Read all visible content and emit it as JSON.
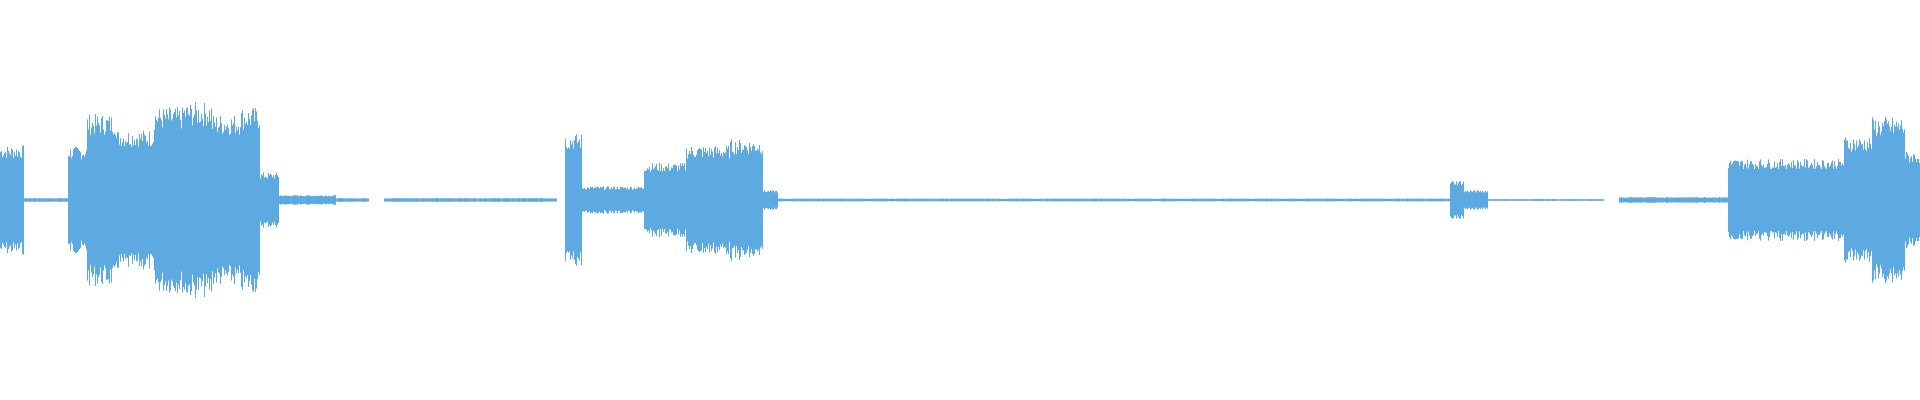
{
  "waveform": {
    "color": "#5DA9E1",
    "segments": [
      {
        "start": 0.0,
        "end": 0.012,
        "peak": 0.56
      },
      {
        "start": 0.012,
        "end": 0.035,
        "peak": 0.02
      },
      {
        "start": 0.035,
        "end": 0.045,
        "peak": 0.55
      },
      {
        "start": 0.045,
        "end": 0.06,
        "peak": 0.88
      },
      {
        "start": 0.06,
        "end": 0.08,
        "peak": 0.72
      },
      {
        "start": 0.08,
        "end": 0.095,
        "peak": 0.95
      },
      {
        "start": 0.095,
        "end": 0.11,
        "peak": 1.0
      },
      {
        "start": 0.11,
        "end": 0.125,
        "peak": 0.88
      },
      {
        "start": 0.125,
        "end": 0.135,
        "peak": 0.95
      },
      {
        "start": 0.135,
        "end": 0.145,
        "peak": 0.28
      },
      {
        "start": 0.145,
        "end": 0.175,
        "peak": 0.05
      },
      {
        "start": 0.175,
        "end": 0.192,
        "peak": 0.02
      },
      {
        "start": 0.2,
        "end": 0.29,
        "peak": 0.02
      },
      {
        "start": 0.294,
        "end": 0.303,
        "peak": 0.68
      },
      {
        "start": 0.303,
        "end": 0.335,
        "peak": 0.14
      },
      {
        "start": 0.335,
        "end": 0.357,
        "peak": 0.38
      },
      {
        "start": 0.357,
        "end": 0.38,
        "peak": 0.56
      },
      {
        "start": 0.38,
        "end": 0.397,
        "peak": 0.62
      },
      {
        "start": 0.397,
        "end": 0.405,
        "peak": 0.1
      },
      {
        "start": 0.405,
        "end": 0.755,
        "peak": 0.015
      },
      {
        "start": 0.755,
        "end": 0.762,
        "peak": 0.2
      },
      {
        "start": 0.762,
        "end": 0.775,
        "peak": 0.1
      },
      {
        "start": 0.775,
        "end": 0.835,
        "peak": 0.01
      },
      {
        "start": 0.843,
        "end": 0.9,
        "peak": 0.03
      },
      {
        "start": 0.9,
        "end": 0.96,
        "peak": 0.42
      },
      {
        "start": 0.96,
        "end": 0.975,
        "peak": 0.65
      },
      {
        "start": 0.975,
        "end": 0.992,
        "peak": 0.85
      },
      {
        "start": 0.992,
        "end": 1.0,
        "peak": 0.5
      }
    ]
  }
}
